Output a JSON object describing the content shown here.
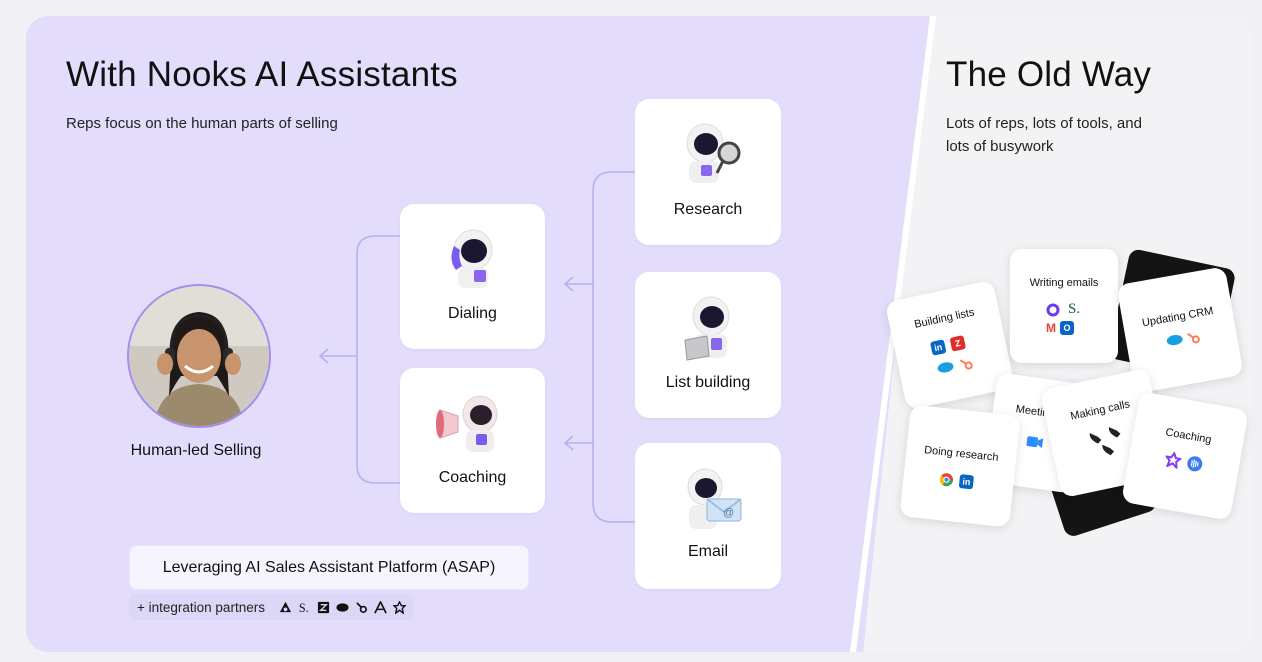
{
  "left": {
    "title": "With Nooks AI Assistants",
    "subtitle": "Reps focus on the human parts of selling",
    "human_label": "Human-led Selling",
    "cards": {
      "dialing": "Dialing",
      "coaching": "Coaching",
      "research": "Research",
      "list_building": "List building",
      "email": "Email"
    },
    "platform_label": "Leveraging AI Sales Assistant Platform (ASAP)",
    "partners_label": "+ integration partners",
    "email_glyph": "@"
  },
  "right": {
    "title": "The Old Way",
    "subtitle_line1": "Lots of reps, lots of tools, and",
    "subtitle_line2": "lots of busywork",
    "tiles": {
      "building_lists": "Building lists",
      "writing_emails": "Writing emails",
      "updating_crm": "Updating CRM",
      "meetings": "Meetings",
      "making_calls": "Making calls",
      "doing_research": "Doing research",
      "coaching": "Coaching"
    },
    "logos": {
      "linkedin": "in",
      "zoominfo": "Z",
      "salesloft": "S.",
      "gmail": "M",
      "outlook": "O"
    }
  },
  "colors": {
    "left_bg": "#e3ddfb",
    "accent": "#7c5cf0",
    "connector": "#b9aef0",
    "right_bg": "#f3f3f6"
  }
}
